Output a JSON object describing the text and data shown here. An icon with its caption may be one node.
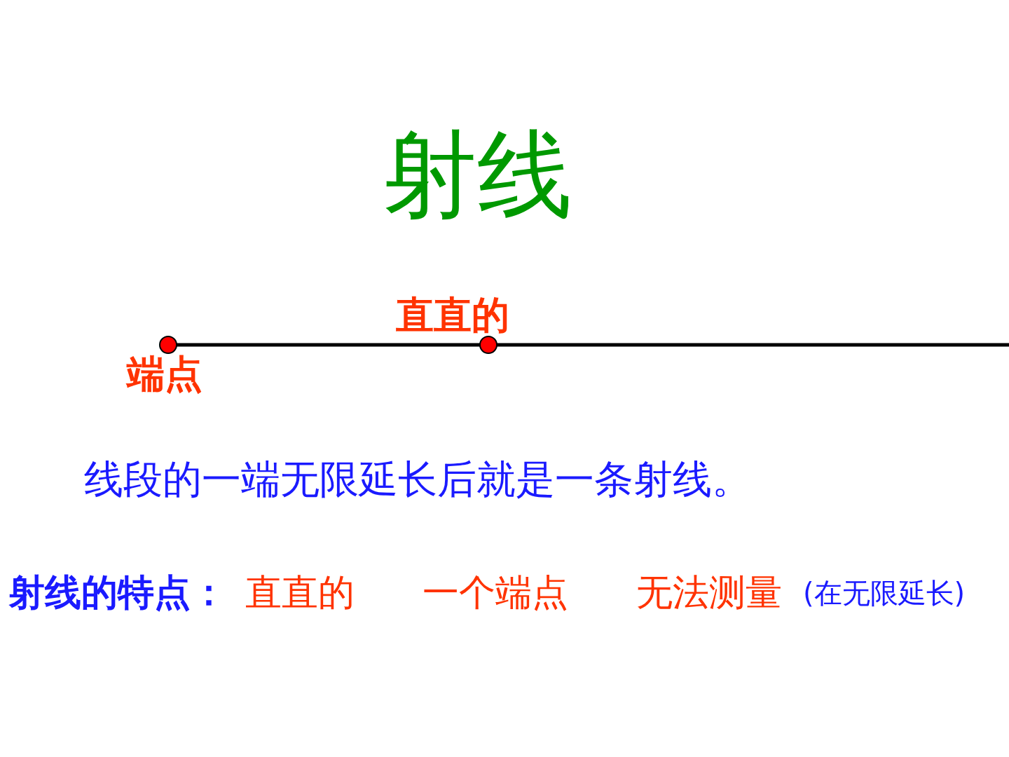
{
  "diagram": {
    "title": "射线",
    "labels": [
      "直直的",
      "端点",
      "线段的一端无限延长后就是一条射线。",
      "射线的特点：",
      "直直的",
      "一个端点",
      "无法测量",
      "(在无限延长)"
    ]
  }
}
